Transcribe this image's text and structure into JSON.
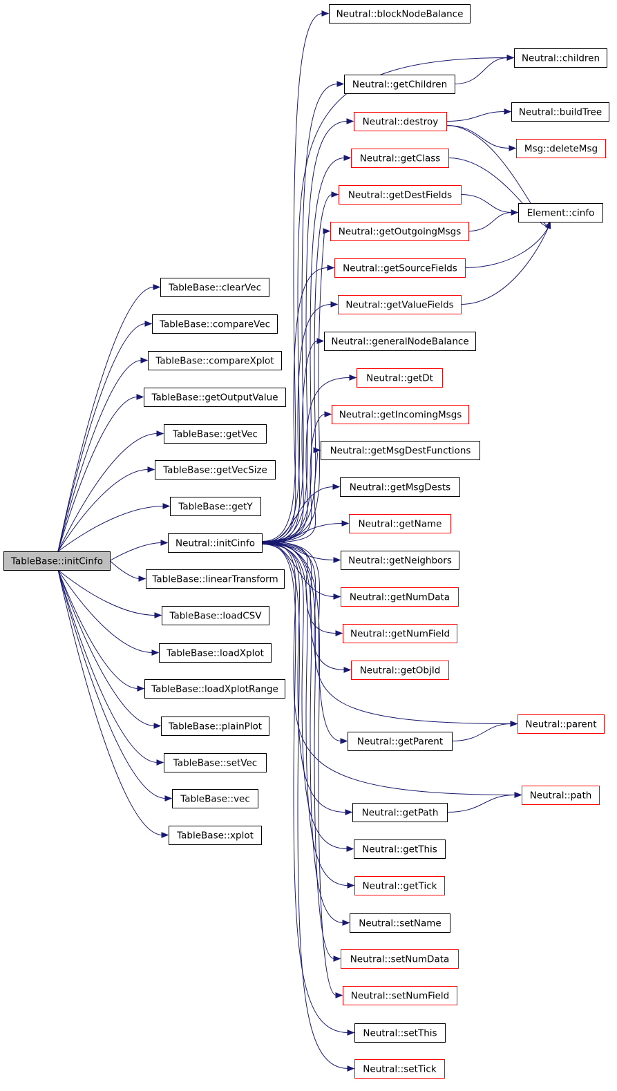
{
  "graph": {
    "root": "TableBase::initCinfo",
    "colors": {
      "edge": "#191970",
      "border_documented": "#000000",
      "border_undocumented": "#ff0000",
      "root_fill": "#bfbfbf"
    },
    "nodes": {
      "root": "TableBase::initCinfo",
      "clearVec": "TableBase::clearVec",
      "compareVec": "TableBase::compareVec",
      "compareXplot": "TableBase::compareXplot",
      "getOutputValue": "TableBase::getOutputValue",
      "getVec": "TableBase::getVec",
      "getVecSize": "TableBase::getVecSize",
      "getY": "TableBase::getY",
      "nInitCinfo": "Neutral::initCinfo",
      "linearTransform": "TableBase::linearTransform",
      "loadCSV": "TableBase::loadCSV",
      "loadXplot": "TableBase::loadXplot",
      "loadXplotRange": "TableBase::loadXplotRange",
      "plainPlot": "TableBase::plainPlot",
      "setVec": "TableBase::setVec",
      "vec": "TableBase::vec",
      "xplot": "TableBase::xplot",
      "blockNodeBalance": "Neutral::blockNodeBalance",
      "getChildren": "Neutral::getChildren",
      "destroy": "Neutral::destroy",
      "getClass": "Neutral::getClass",
      "getDestFields": "Neutral::getDestFields",
      "getOutgoingMsgs": "Neutral::getOutgoingMsgs",
      "getSourceFields": "Neutral::getSourceFields",
      "getValueFields": "Neutral::getValueFields",
      "generalNodeBalance": "Neutral::generalNodeBalance",
      "getDt": "Neutral::getDt",
      "getIncomingMsgs": "Neutral::getIncomingMsgs",
      "getMsgDestFunctions": "Neutral::getMsgDestFunctions",
      "getMsgDests": "Neutral::getMsgDests",
      "getName": "Neutral::getName",
      "getNeighbors": "Neutral::getNeighbors",
      "getNumData": "Neutral::getNumData",
      "getNumField": "Neutral::getNumField",
      "getObjId": "Neutral::getObjId",
      "getParent": "Neutral::getParent",
      "getPath": "Neutral::getPath",
      "getThis": "Neutral::getThis",
      "getTick": "Neutral::getTick",
      "setName": "Neutral::setName",
      "setNumData": "Neutral::setNumData",
      "setNumField": "Neutral::setNumField",
      "setThis": "Neutral::setThis",
      "setTick": "Neutral::setTick",
      "children": "Neutral::children",
      "buildTree": "Neutral::buildTree",
      "deleteMsg": "Msg::deleteMsg",
      "elementCinfo": "Element::cinfo",
      "parent": "Neutral::parent",
      "path": "Neutral::path"
    }
  }
}
